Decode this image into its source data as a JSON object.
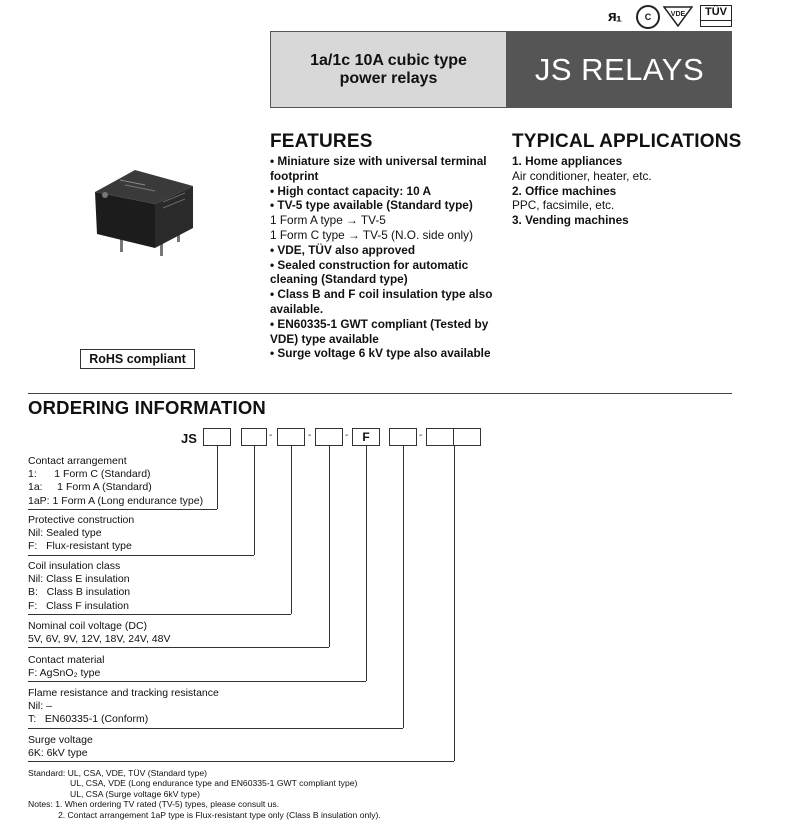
{
  "certifications": {
    "ul": "ᴙ₁",
    "csa": "C",
    "vde": "VDE",
    "tuv": "TÜV"
  },
  "header": {
    "title_line1": "1a/1c 10A cubic type",
    "title_line2": "power relays",
    "brand": "JS RELAYS"
  },
  "product_image": {
    "alt": "relay-photo"
  },
  "rohs_label": "RoHS compliant",
  "features": {
    "heading": "FEATURES",
    "items": [
      {
        "text": "• Miniature size with universal terminal footprint",
        "bold": true
      },
      {
        "text": "• High contact capacity: 10 A",
        "bold": true
      },
      {
        "text": "• TV-5 type available (Standard type)",
        "bold": true
      },
      {
        "text": "1 Form A type → TV-5",
        "bold": false
      },
      {
        "text": "1 Form C type → TV-5 (N.O. side only)",
        "bold": false
      },
      {
        "text": "• VDE, TÜV also approved",
        "bold": true
      },
      {
        "text": "• Sealed construction for automatic cleaning (Standard type)",
        "bold": true
      },
      {
        "text": "• Class B and F coil insulation type also available.",
        "bold": true
      },
      {
        "text": "• EN60335-1 GWT compliant (Tested by VDE) type available",
        "bold": true
      },
      {
        "text": "• Surge voltage 6 kV type also available",
        "bold": true
      }
    ]
  },
  "applications": {
    "heading": "TYPICAL APPLICATIONS",
    "items": [
      {
        "text": "1. Home appliances",
        "bold": true
      },
      {
        "text": "Air conditioner, heater, etc.",
        "bold": false
      },
      {
        "text": "2. Office machines",
        "bold": true
      },
      {
        "text": "PPC, facsimile, etc.",
        "bold": false
      },
      {
        "text": "3. Vending machines",
        "bold": true
      }
    ]
  },
  "ordering": {
    "heading": "ORDERING INFORMATION",
    "prefix": "JS",
    "fixed_code": "F",
    "dash": "-",
    "groups": [
      {
        "title": "Contact arrangement",
        "lines": [
          "1:      1 Form C (Standard)",
          "1a:     1 Form A (Standard)",
          "1aP: 1 Form A (Long endurance type)"
        ]
      },
      {
        "title": "Protective construction",
        "lines": [
          "Nil: Sealed type",
          "F:   Flux-resistant type"
        ]
      },
      {
        "title": "Coil insulation class",
        "lines": [
          "Nil: Class E insulation",
          "B:   Class B insulation",
          "F:   Class F insulation"
        ]
      },
      {
        "title": "Nominal coil voltage (DC)",
        "lines": [
          "5V, 6V, 9V, 12V, 18V, 24V, 48V"
        ]
      },
      {
        "title": "Contact material",
        "lines": [
          "F: AgSnO₂ type"
        ]
      },
      {
        "title": "Flame resistance and tracking resistance",
        "lines": [
          "Nil: –",
          "T:   EN60335-1 (Conform)"
        ]
      },
      {
        "title": "Surge voltage",
        "lines": [
          "6K: 6kV type"
        ]
      }
    ]
  },
  "notes": {
    "standard_label": "Standard: UL, CSA, VDE, TÜV (Standard type)",
    "standard_line2": "UL, CSA, VDE (Long endurance type and EN60335-1 GWT compliant type)",
    "standard_line3": "UL, CSA (Surge voltage 6kV type)",
    "notes_line1": "Notes: 1. When ordering TV rated (TV-5) types, please consult us.",
    "notes_line2": "2. Contact arrangement 1aP type is Flux-resistant type only (Class B insulation only)."
  }
}
